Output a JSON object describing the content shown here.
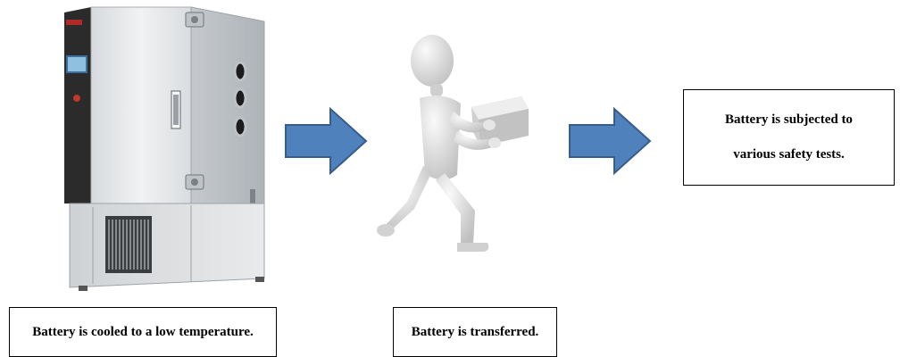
{
  "steps": [
    {
      "label": "Battery is cooled to a low temperature."
    },
    {
      "label": "Battery is transferred."
    },
    {
      "label_line1": "Battery is subjected to",
      "label_line2": "various safety tests."
    }
  ],
  "colors": {
    "arrow_fill": "#4f81bd",
    "arrow_stroke": "#385d8a",
    "chamber_body": "#e6e8ea",
    "chamber_dark": "#2b2b2b",
    "figure": "#e2e2e2"
  },
  "icons": [
    "environmental-chamber-illustration",
    "person-carrying-box-illustration",
    "right-arrow-icon"
  ]
}
